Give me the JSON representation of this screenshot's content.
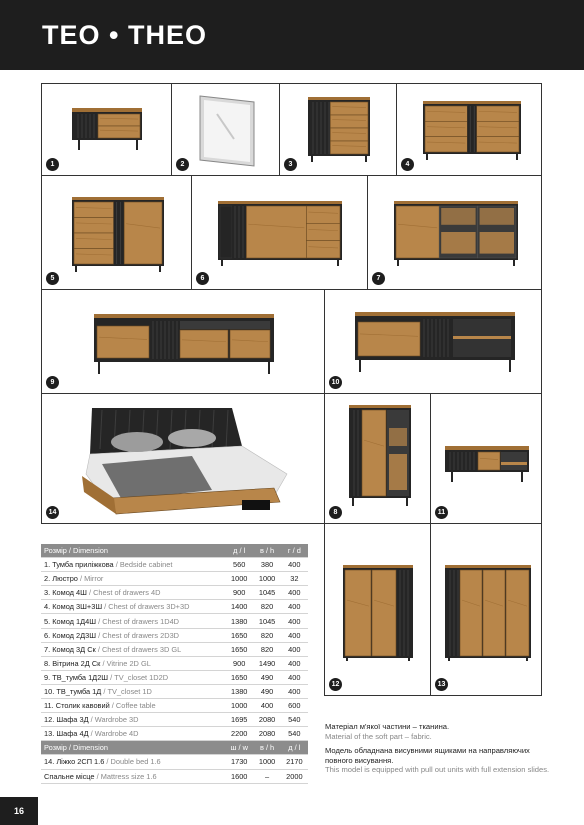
{
  "title": "TEO • THEO",
  "page_number": "16",
  "items": [
    {
      "n": "1",
      "kind": "nightstand"
    },
    {
      "n": "2",
      "kind": "mirror"
    },
    {
      "n": "3",
      "kind": "chest4d"
    },
    {
      "n": "4",
      "kind": "chest3d3d"
    },
    {
      "n": "5",
      "kind": "chest1d4d"
    },
    {
      "n": "6",
      "kind": "chest2d3d"
    },
    {
      "n": "7",
      "kind": "chest3dgl"
    },
    {
      "n": "9",
      "kind": "tv2d"
    },
    {
      "n": "10",
      "kind": "tv1d"
    },
    {
      "n": "14",
      "kind": "bed"
    },
    {
      "n": "8",
      "kind": "vitrine"
    },
    {
      "n": "11",
      "kind": "coffee"
    },
    {
      "n": "12",
      "kind": "wardrobe3d"
    },
    {
      "n": "13",
      "kind": "wardrobe4d"
    }
  ],
  "table": {
    "header1": {
      "name": "Розмір / Dimension",
      "c1": "д / l",
      "c2": "в / h",
      "c3": "г / d"
    },
    "rows1": [
      {
        "ua": "1. Тумба приліжкова",
        "en": "Bedside cabinet",
        "c1": "560",
        "c2": "380",
        "c3": "400"
      },
      {
        "ua": "2. Люстро",
        "en": "Mirror",
        "c1": "1000",
        "c2": "1000",
        "c3": "32"
      },
      {
        "ua": "3. Комод 4Ш",
        "en": "Chest of drawers 4D",
        "c1": "900",
        "c2": "1045",
        "c3": "400"
      },
      {
        "ua": "4. Комод 3Ш+3Ш",
        "en": "Chest of drawers 3D+3D",
        "c1": "1400",
        "c2": "820",
        "c3": "400"
      },
      {
        "ua": "5. Комод 1Д4Ш",
        "en": "Chest of drawers 1D4D",
        "c1": "1380",
        "c2": "1045",
        "c3": "400"
      },
      {
        "ua": "6. Комод 2Д3Ш",
        "en": "Chest of drawers 2D3D",
        "c1": "1650",
        "c2": "820",
        "c3": "400"
      },
      {
        "ua": "7. Комод 3Д Ск",
        "en": "Chest of drawers 3D GL",
        "c1": "1650",
        "c2": "820",
        "c3": "400"
      },
      {
        "ua": "8. Вітрина 2Д Ск",
        "en": "Vitrine 2D GL",
        "c1": "900",
        "c2": "1490",
        "c3": "400"
      },
      {
        "ua": "9. ТВ_тумба 1Д2Ш",
        "en": "TV_closet 1D2D",
        "c1": "1650",
        "c2": "490",
        "c3": "400"
      },
      {
        "ua": "10. ТВ_тумба 1Д",
        "en": "TV_closet 1D",
        "c1": "1380",
        "c2": "490",
        "c3": "400"
      },
      {
        "ua": "11. Столик кавовий",
        "en": "Coffee table",
        "c1": "1000",
        "c2": "400",
        "c3": "600"
      },
      {
        "ua": "12. Шафа 3Д",
        "en": "Wardrobe 3D",
        "c1": "1695",
        "c2": "2080",
        "c3": "540"
      },
      {
        "ua": "13. Шафа 4Д",
        "en": "Wardrobe 4D",
        "c1": "2200",
        "c2": "2080",
        "c3": "540"
      }
    ],
    "header2": {
      "name": "Розмір / Dimension",
      "c1": "ш / w",
      "c2": "в / h",
      "c3": "д / l"
    },
    "rows2": [
      {
        "ua": "14. Ліжко 2СП 1.6",
        "en": "Double bed 1.6",
        "c1": "1730",
        "c2": "1000",
        "c3": "2170"
      },
      {
        "ua": "Спальне місце",
        "en": "Mattress size 1.6",
        "c1": "1600",
        "c2": "–",
        "c3": "2000"
      }
    ]
  },
  "notes": {
    "soft_ua": "Матеріал м'якої частини – тканина.",
    "soft_en": "Material of the soft part – fabric.",
    "drawers_ua": "Модель обладнана висувними ящиками на направляючих повного висування.",
    "drawers_en": "This model is equipped with pull out units with full extension slides."
  }
}
